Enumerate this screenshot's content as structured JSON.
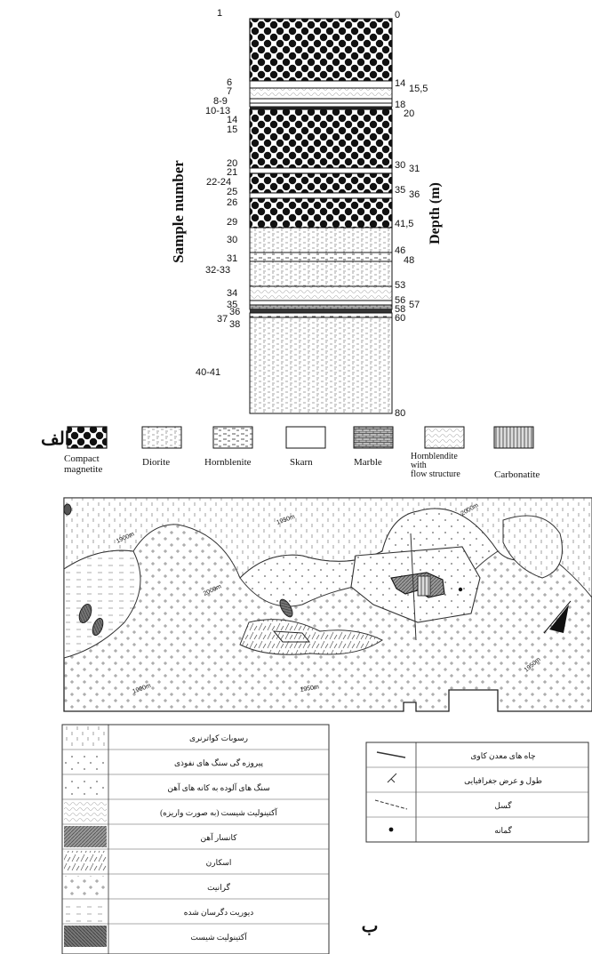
{
  "figure_labels": {
    "part_a": "الف",
    "part_b": "ب"
  },
  "column": {
    "left_axis_title": "Sample number",
    "right_axis_title": "Depth (m)",
    "sample_numbers": [
      "1",
      "6",
      "7",
      "8-9",
      "10-13",
      "14",
      "15",
      "20",
      "21",
      "22-24",
      "25",
      "26",
      "29",
      "30",
      "31",
      "32-33",
      "34",
      "35",
      "36",
      "37",
      "38",
      "40-41"
    ],
    "depths": [
      "0",
      "14",
      "15,5",
      "18",
      "20",
      "30",
      "31",
      "35",
      "36",
      "41,5",
      "46",
      "48",
      "53",
      "56",
      "57",
      "58",
      "60",
      "80"
    ]
  },
  "legend_a": [
    {
      "key": "compact_magnetite",
      "label_lines": [
        "Compact",
        "magnetite"
      ]
    },
    {
      "key": "diorite",
      "label_lines": [
        "Diorite"
      ]
    },
    {
      "key": "hornblenite",
      "label_lines": [
        "Hornblenite"
      ]
    },
    {
      "key": "skarn",
      "label_lines": [
        "Skarn"
      ]
    },
    {
      "key": "marble",
      "label_lines": [
        "Marble"
      ]
    },
    {
      "key": "hornblendite_flow",
      "label_lines": [
        "Hornblendite",
        "with",
        "flow structure"
      ]
    },
    {
      "key": "carbonatite",
      "label_lines": [
        "Carbonatite"
      ]
    }
  ],
  "legend_b_units": [
    {
      "key": "quaternary",
      "label": "رسوبات کواترنری"
    },
    {
      "key": "volcanic_alteration",
      "label": "پیروزه گی سنگ های نفوذی"
    },
    {
      "key": "iron_rocks",
      "label": "سنگ های آلوده به کانه های آهن"
    },
    {
      "key": "foliated_actinolite",
      "label": "آکتینولیت شیست (به صورت واریزه)"
    },
    {
      "key": "iron_ore",
      "label": "کانسار آهن"
    },
    {
      "key": "skarn",
      "label": "اسکارن"
    },
    {
      "key": "granite",
      "label": "گرانیت"
    },
    {
      "key": "altered_diorite",
      "label": "دیوریت دگرسان شده"
    },
    {
      "key": "actinolite_schist",
      "label": "آکتینولیت شیست"
    }
  ],
  "legend_b_symbols": [
    {
      "key": "mine_shafts",
      "label": "چاه های معدن کاوی"
    },
    {
      "key": "strike_dip",
      "label": "طول و عرض جغرافیایی"
    },
    {
      "key": "fault",
      "label": "گسل"
    },
    {
      "key": "sample_point",
      "label": "گمانه"
    }
  ],
  "map": {
    "contour_labels": [
      "1900m",
      "1950m",
      "2000m",
      "2000m",
      "1900m",
      "1950m",
      "1950m"
    ]
  }
}
